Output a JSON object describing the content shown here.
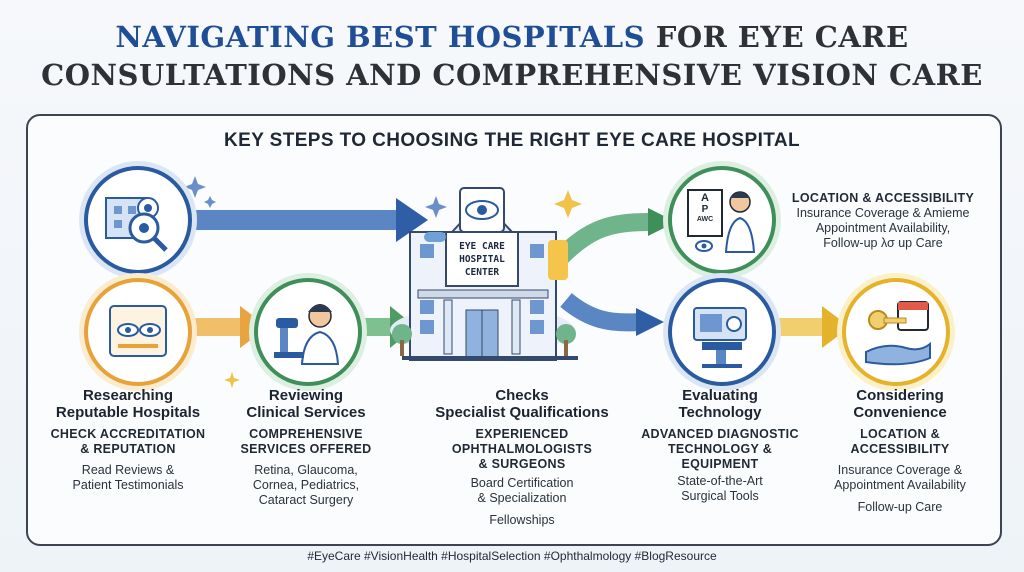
{
  "title": {
    "highlight": "NAVIGATING BEST HOSPITALS",
    "rest": "FOR EYE CARE",
    "line2": "CONSULTATIONS AND COMPREHENSIVE VISION CARE"
  },
  "subtitle": "KEY STEPS TO CHOOSING THE RIGHT EYE CARE HOSPITAL",
  "hospital_sign": [
    "EYE CARE",
    "HOSPITAL",
    "CENTER"
  ],
  "eye_chart": [
    "A",
    "P",
    "AWC"
  ],
  "steps": [
    {
      "heading": [
        "Researching",
        "Reputable Hospitals"
      ],
      "caps": [
        "CHECK ACCREDITATION",
        "& REPUTATION"
      ],
      "text": [
        "Read Reviews &",
        "Patient Testimonials"
      ]
    },
    {
      "heading": [
        "Reviewing",
        "Clinical Services"
      ],
      "caps": [
        "COMPREHENSIVE",
        "SERVICES OFFERED"
      ],
      "text": [
        "Retina, Glaucoma,",
        "Cornea, Pediatrics,",
        "Cataract Surgery"
      ]
    },
    {
      "heading": [
        "Checks",
        "Specialist Qualifications"
      ],
      "caps": [
        "EXPERIENCED",
        "OPHTHALMOLOGISTS",
        "& SURGEONS"
      ],
      "text": [
        "Board Certification",
        "& Specialization"
      ],
      "extra": "Fellowships"
    },
    {
      "heading": [
        "Evaluating",
        "Technology"
      ],
      "caps": [
        "ADVANCED DIAGNOSTIC",
        "TECHNOLOGY &",
        "EQUIPMENT"
      ],
      "text": [
        "State-of-the-Art",
        "Surgical Tools"
      ]
    },
    {
      "heading": [
        "Considering",
        "Convenience"
      ],
      "caps": [
        "LOCATION &",
        "ACCESSIBILITY"
      ],
      "text": [
        "Insurance Coverage &",
        "Appointment Availability"
      ],
      "extra": "Follow-up Care"
    }
  ],
  "top_right": {
    "caps": "LOCATION & ACCESSIBILITY",
    "lines": [
      "Insurance Coverage & Amieme",
      "Appointment Availability,",
      "Follow-up λσ up Care"
    ]
  },
  "hashtags": "#EyeCare #VisionHealth #HospitalSelection #Ophthalmology #BlogResource",
  "colors": {
    "title_highlight": "#1f4e96",
    "blue": "#2a5aa0",
    "orange": "#e8a23a",
    "green": "#3f8f5a",
    "yellow": "#e5b22c"
  }
}
